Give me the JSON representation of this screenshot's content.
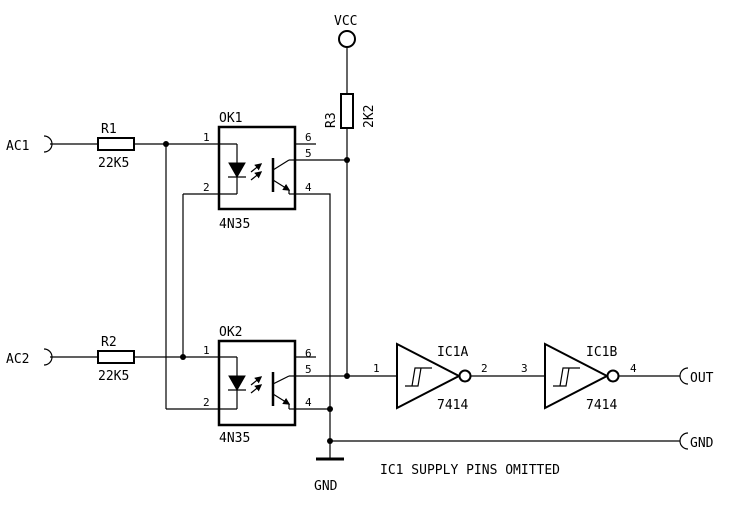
{
  "connectors": {
    "ac1": "AC1",
    "ac2": "AC2",
    "vcc": "VCC",
    "gnd_bottom": "GND",
    "out": "OUT",
    "gnd_right": "GND"
  },
  "resistors": {
    "r1": {
      "name": "R1",
      "value": "22K5"
    },
    "r2": {
      "name": "R2",
      "value": "22K5"
    },
    "r3": {
      "name": "R3",
      "value": "2K2"
    }
  },
  "optocouplers": {
    "ok1": {
      "name": "OK1",
      "part": "4N35",
      "pins": [
        "1",
        "2",
        "6",
        "5",
        "4"
      ]
    },
    "ok2": {
      "name": "OK2",
      "part": "4N35",
      "pins": [
        "1",
        "2",
        "6",
        "5",
        "4"
      ]
    }
  },
  "inverters": {
    "ic1a": {
      "name": "IC1A",
      "part": "7414",
      "pin_in": "1",
      "pin_out": "2"
    },
    "ic1b": {
      "name": "IC1B",
      "part": "7414",
      "pin_in": "3",
      "pin_out": "4"
    }
  },
  "note": "IC1 SUPPLY PINS OMITTED"
}
